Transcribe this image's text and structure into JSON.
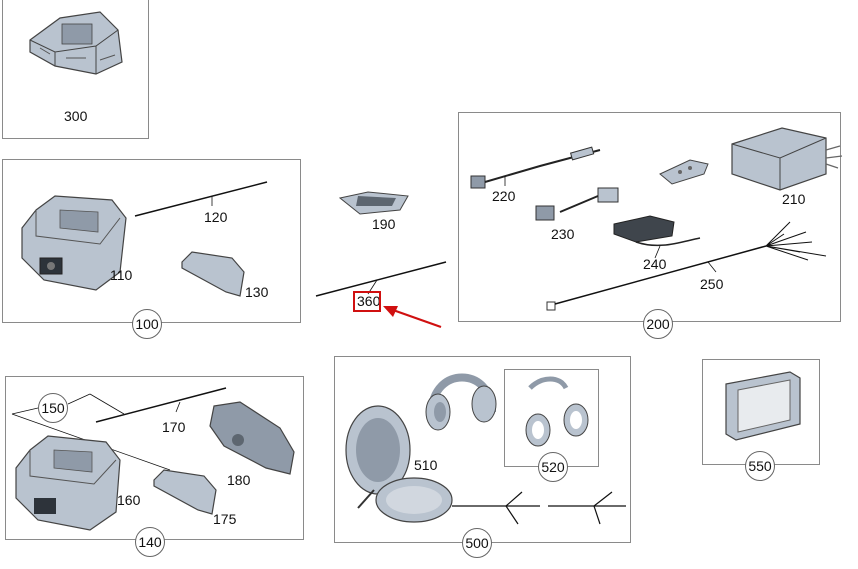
{
  "parts": {
    "p300": "300",
    "p100": "100",
    "p110": "110",
    "p120": "120",
    "p130": "130",
    "p190": "190",
    "p360": "360",
    "p200": "200",
    "p210": "210",
    "p220": "220",
    "p230": "230",
    "p240": "240",
    "p250": "250",
    "p140": "140",
    "p150": "150",
    "p160": "160",
    "p170": "170",
    "p175": "175",
    "p180": "180",
    "p500": "500",
    "p510": "510",
    "p520": "520",
    "p550": "550"
  },
  "highlight": {
    "part": "360",
    "color": "#d01010"
  },
  "colors": {
    "part_fill": "#b9c3cf",
    "part_shade": "#8f9aa8",
    "line": "#111111",
    "frame": "#8a8a8a"
  }
}
